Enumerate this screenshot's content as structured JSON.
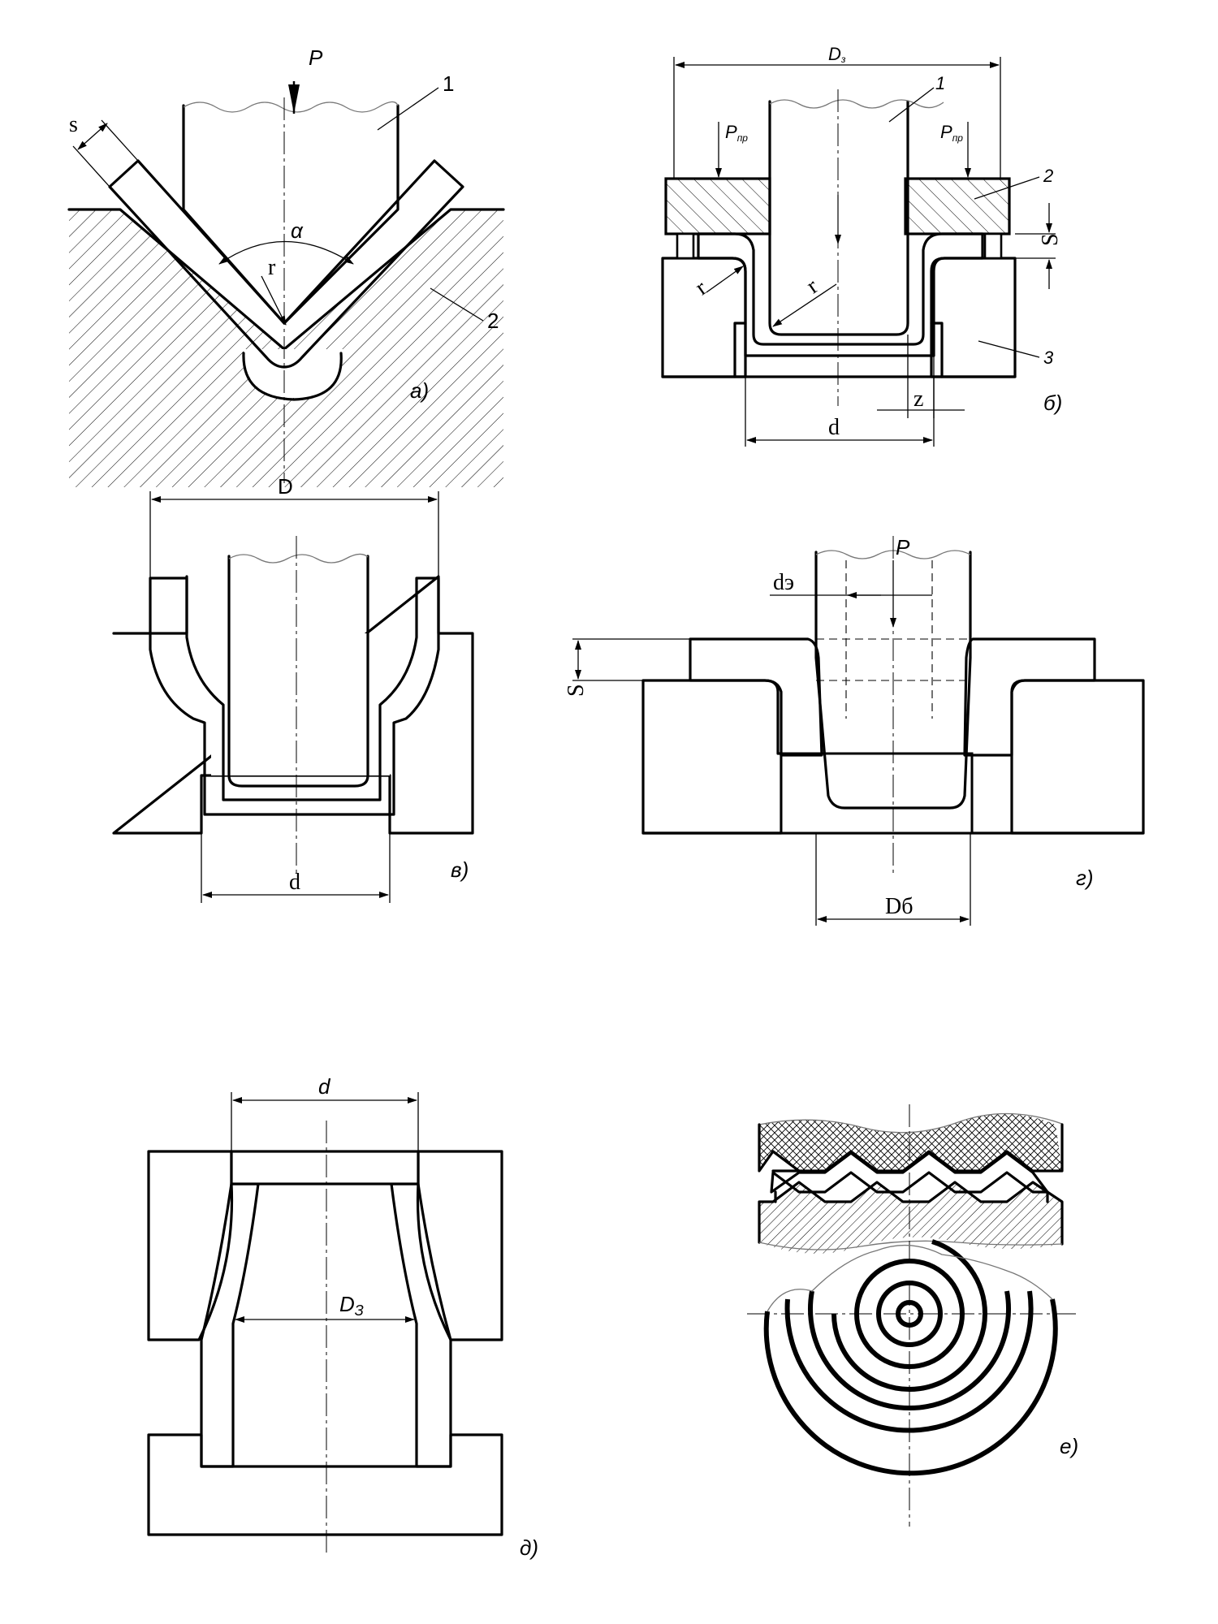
{
  "figure_a": {
    "caption": "а)",
    "force": "P",
    "thickness": "s",
    "angle": "α",
    "radius": "r",
    "callout_1": "1",
    "callout_2": "2"
  },
  "figure_b": {
    "caption": "б)",
    "blank_diameter": "D",
    "blank_diameter_sub": "з",
    "holddown_force": "P",
    "holddown_force_sub": "пр",
    "holddown_force_2": "P",
    "holddown_force_2_sub": "пр",
    "thickness": "S",
    "radius_die": "r",
    "radius_punch": "r",
    "clearance": "z",
    "diameter": "d",
    "callout_1": "1",
    "callout_2": "2",
    "callout_3": "3"
  },
  "figure_v": {
    "caption": "в)",
    "outer_diameter": "D",
    "diameter": "d"
  },
  "figure_g": {
    "caption": "г)",
    "force": "P",
    "hole_diameter": "dэ",
    "thickness": "S",
    "flange_diameter": "Dб"
  },
  "figure_d": {
    "caption": "д)",
    "diameter": "d",
    "bulged_diameter": "D",
    "bulged_diameter_sub": "З"
  },
  "figure_e": {
    "caption": "е)"
  }
}
